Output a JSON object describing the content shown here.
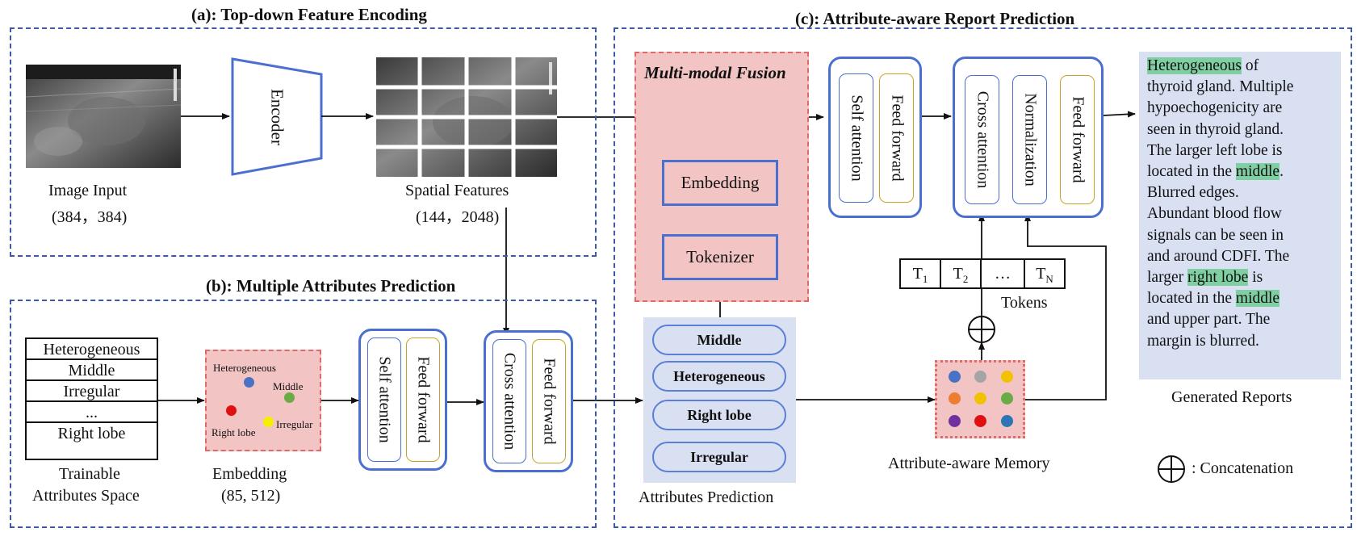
{
  "panels": {
    "a_title": "(a): Top-down Feature Encoding",
    "b_title": "(b): Multiple Attributes Prediction",
    "c_title": "(c): Attribute-aware Report Prediction"
  },
  "encoding": {
    "encoder_label": "Encoder",
    "image_input_label": "Image Input",
    "image_input_dims": "(384，384)",
    "spatial_features_label": "Spatial Features",
    "spatial_features_dims": "(144，2048)"
  },
  "attributes_space": {
    "items": [
      "Heterogeneous",
      "Middle",
      "Irregular",
      "...",
      "Right lobe"
    ],
    "caption_line1": "Trainable",
    "caption_line2": "Attributes Space"
  },
  "embedding": {
    "dot_labels": {
      "heterogeneous": "Heterogeneous",
      "middle": "Middle",
      "right_lobe": "Right lobe",
      "irregular": "Irregular"
    },
    "caption_line1": "Embedding",
    "caption_line2": "(85, 512)"
  },
  "modules": {
    "self_attention": "Self attention",
    "feed_forward": "Feed forward",
    "cross_attention": "Cross attention",
    "normalization": "Normalization"
  },
  "fusion": {
    "title": "Multi-modal Fusion",
    "embedding_label": "Embedding",
    "tokenizer_label": "Tokenizer"
  },
  "attributes_prediction": {
    "items": [
      "Middle",
      "Heterogeneous",
      "Right lobe",
      "Irregular"
    ],
    "caption": "Attributes Prediction"
  },
  "tokens": {
    "t1_base": "T",
    "t1_sub": "1",
    "t2_base": "T",
    "t2_sub": "2",
    "ellipsis": "…",
    "tn_base": "T",
    "tn_sub": "N",
    "caption": "Tokens"
  },
  "memory": {
    "caption": "Attribute-aware Memory",
    "dot_colors": [
      "#4a72c4",
      "#a5a5a5",
      "#f2c200",
      "#ee7d31",
      "#f2c200",
      "#6aab45",
      "#7030a0",
      "#e01010",
      "#2e75b6"
    ]
  },
  "report": {
    "caption": "Generated Reports",
    "lines": [
      [
        {
          "t": "Heterogeneous",
          "h": true
        },
        {
          "t": " of"
        }
      ],
      [
        {
          "t": "thyroid gland. Multiple"
        }
      ],
      [
        {
          "t": "hypoechogenicity are"
        }
      ],
      [
        {
          "t": "seen in thyroid gland."
        }
      ],
      [
        {
          "t": "The larger left lobe is"
        }
      ],
      [
        {
          "t": "located in the "
        },
        {
          "t": "middle",
          "h": true
        },
        {
          "t": "."
        }
      ],
      [
        {
          "t": "Blurred edges."
        }
      ],
      [
        {
          "t": "Abundant blood flow"
        }
      ],
      [
        {
          "t": "signals can be seen in"
        }
      ],
      [
        {
          "t": "and around CDFI. The"
        }
      ],
      [
        {
          "t": "larger "
        },
        {
          "t": "right lobe",
          "h": true
        },
        {
          "t": " is"
        }
      ],
      [
        {
          "t": "located in the "
        },
        {
          "t": "middle",
          "h": true
        }
      ],
      [
        {
          "t": "and upper part. The"
        }
      ],
      [
        {
          "t": "margin is blurred."
        }
      ]
    ]
  },
  "legend": {
    "concatenation_label": ": Concatenation"
  },
  "colors": {
    "accent_blue": "#4a6fcf",
    "gold": "#c9a227",
    "fusion_bg": "#f3c4c4",
    "highlight_green": "#7fcfa2",
    "report_bg": "#d8e0f2"
  }
}
